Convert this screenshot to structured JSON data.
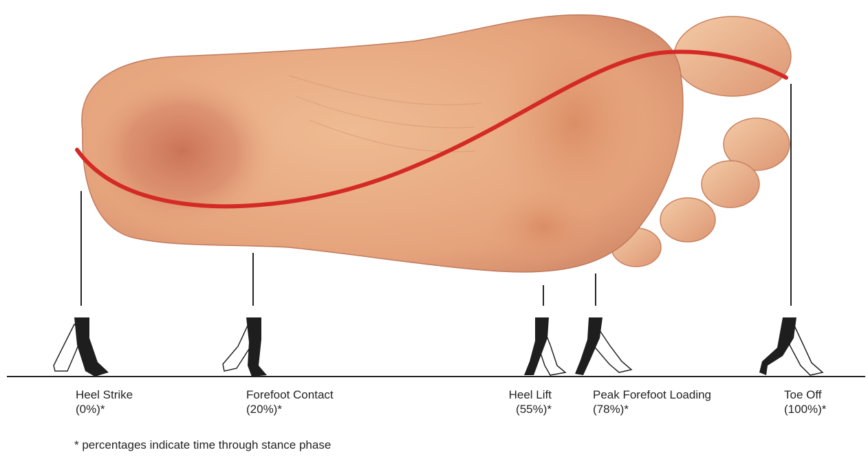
{
  "diagram": {
    "phases": [
      {
        "name": "Heel Strike",
        "percent": "(0%)*"
      },
      {
        "name": "Forefoot Contact",
        "percent": "(20%)*"
      },
      {
        "name": "Heel Lift",
        "percent": "(55%)*"
      },
      {
        "name": "Peak Forefoot Loading",
        "percent": "(78%)*"
      },
      {
        "name": "Toe Off",
        "percent": "(100%)*"
      }
    ],
    "footnote": "* percentages indicate time through stance phase",
    "colors": {
      "pressure_path": "#d42a26",
      "foot_skin": "#e7a77f",
      "foot_shadow": "#c8765a",
      "ground_line": "#222222",
      "leg_dark": "#1e1e1e"
    }
  }
}
